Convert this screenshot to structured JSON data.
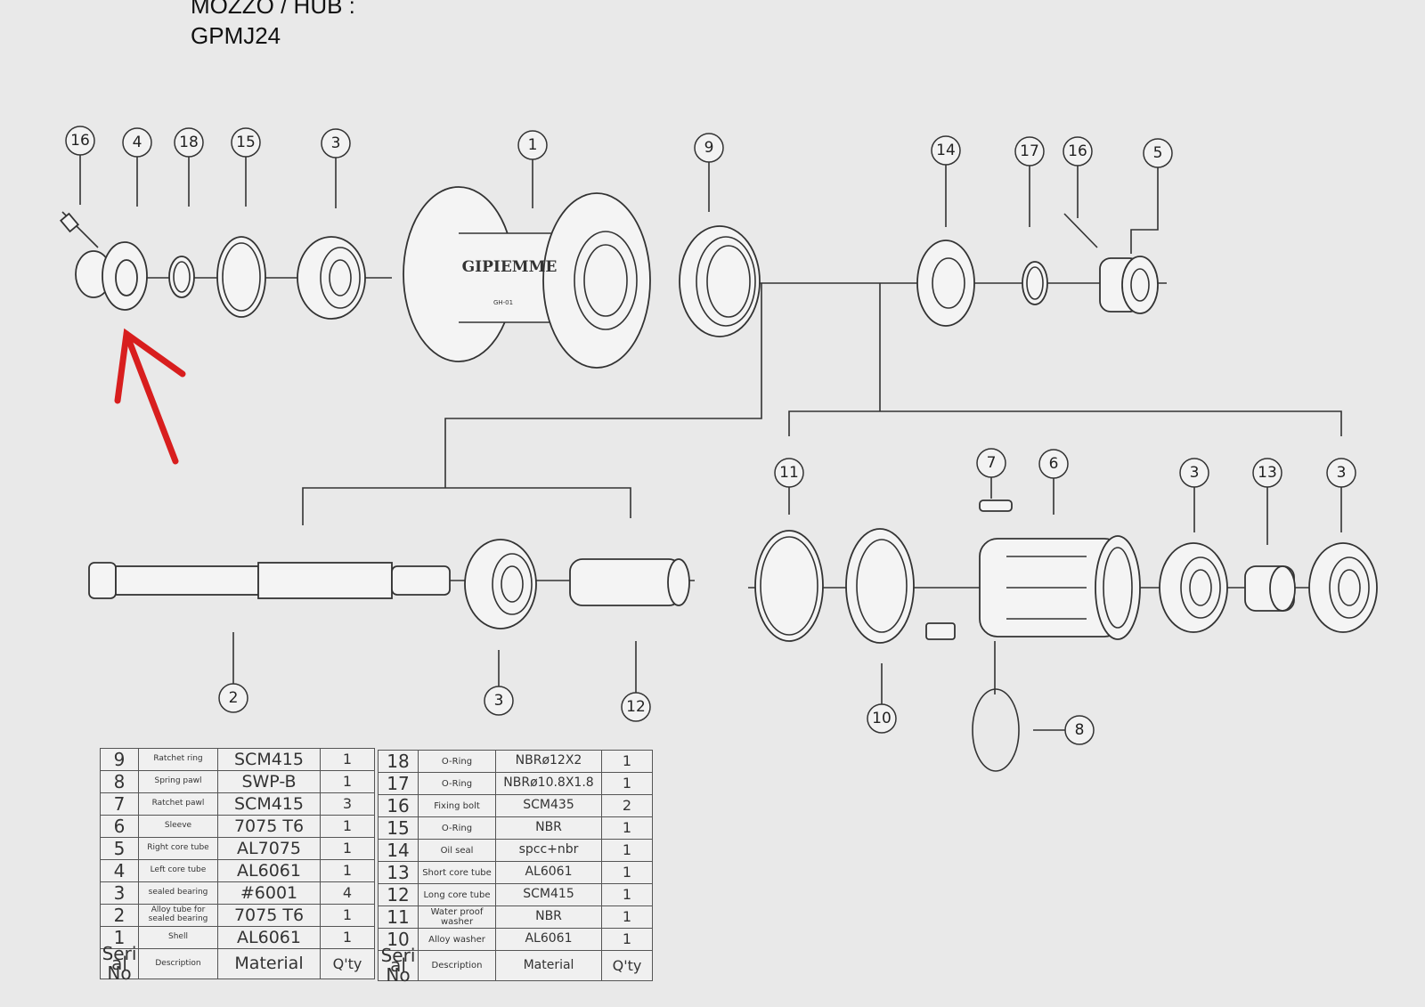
{
  "title": {
    "line1": "MOZZO / HUB :",
    "line2": "GPMJ24"
  },
  "hub_logo": {
    "brand": "GIPIEMME",
    "model": "GH-01"
  },
  "callouts": [
    "16",
    "4",
    "18",
    "15",
    "3",
    "1",
    "9",
    "14",
    "17",
    "16",
    "5",
    "11",
    "7",
    "6",
    "3",
    "13",
    "3",
    "2",
    "3",
    "12",
    "10",
    "8"
  ],
  "table_headers": {
    "serial": "Serial No",
    "description": "Description",
    "material": "Material",
    "qty": "Q'ty"
  },
  "table_left": [
    {
      "no": "9",
      "desc": "Ratchet ring",
      "material": "SCM415",
      "qty": "1"
    },
    {
      "no": "8",
      "desc": "Spring pawl",
      "material": "SWP-B",
      "qty": "1"
    },
    {
      "no": "7",
      "desc": "Ratchet pawl",
      "material": "SCM415",
      "qty": "3"
    },
    {
      "no": "6",
      "desc": "Sleeve",
      "material": "7075 T6",
      "qty": "1"
    },
    {
      "no": "5",
      "desc": "Right core tube",
      "material": "AL7075",
      "qty": "1"
    },
    {
      "no": "4",
      "desc": "Left core tube",
      "material": "AL6061",
      "qty": "1"
    },
    {
      "no": "3",
      "desc": "sealed bearing",
      "material": "#6001",
      "qty": "4"
    },
    {
      "no": "2",
      "desc": "Alloy tube for sealed bearing",
      "material": "7075 T6",
      "qty": "1"
    },
    {
      "no": "1",
      "desc": "Shell",
      "material": "AL6061",
      "qty": "1"
    }
  ],
  "table_right": [
    {
      "no": "18",
      "desc": "O-Ring",
      "material": "NBRø12X2",
      "qty": "1"
    },
    {
      "no": "17",
      "desc": "O-Ring",
      "material": "NBRø10.8X1.8",
      "qty": "1"
    },
    {
      "no": "16",
      "desc": "Fixing bolt",
      "material": "SCM435",
      "qty": "2"
    },
    {
      "no": "15",
      "desc": "O-Ring",
      "material": "NBR",
      "qty": "1"
    },
    {
      "no": "14",
      "desc": "Oil seal",
      "material": "spcc+nbr",
      "qty": "1"
    },
    {
      "no": "13",
      "desc": "Short core tube",
      "material": "AL6061",
      "qty": "1"
    },
    {
      "no": "12",
      "desc": "Long core tube",
      "material": "SCM415",
      "qty": "1"
    },
    {
      "no": "11",
      "desc": "Water proof washer",
      "material": "NBR",
      "qty": "1"
    },
    {
      "no": "10",
      "desc": "Alloy washer",
      "material": "AL6061",
      "qty": "1"
    }
  ],
  "colors": {
    "annotation_arrow": "#d81e1e",
    "paper": "#e9e9e9",
    "ink": "#333333"
  }
}
